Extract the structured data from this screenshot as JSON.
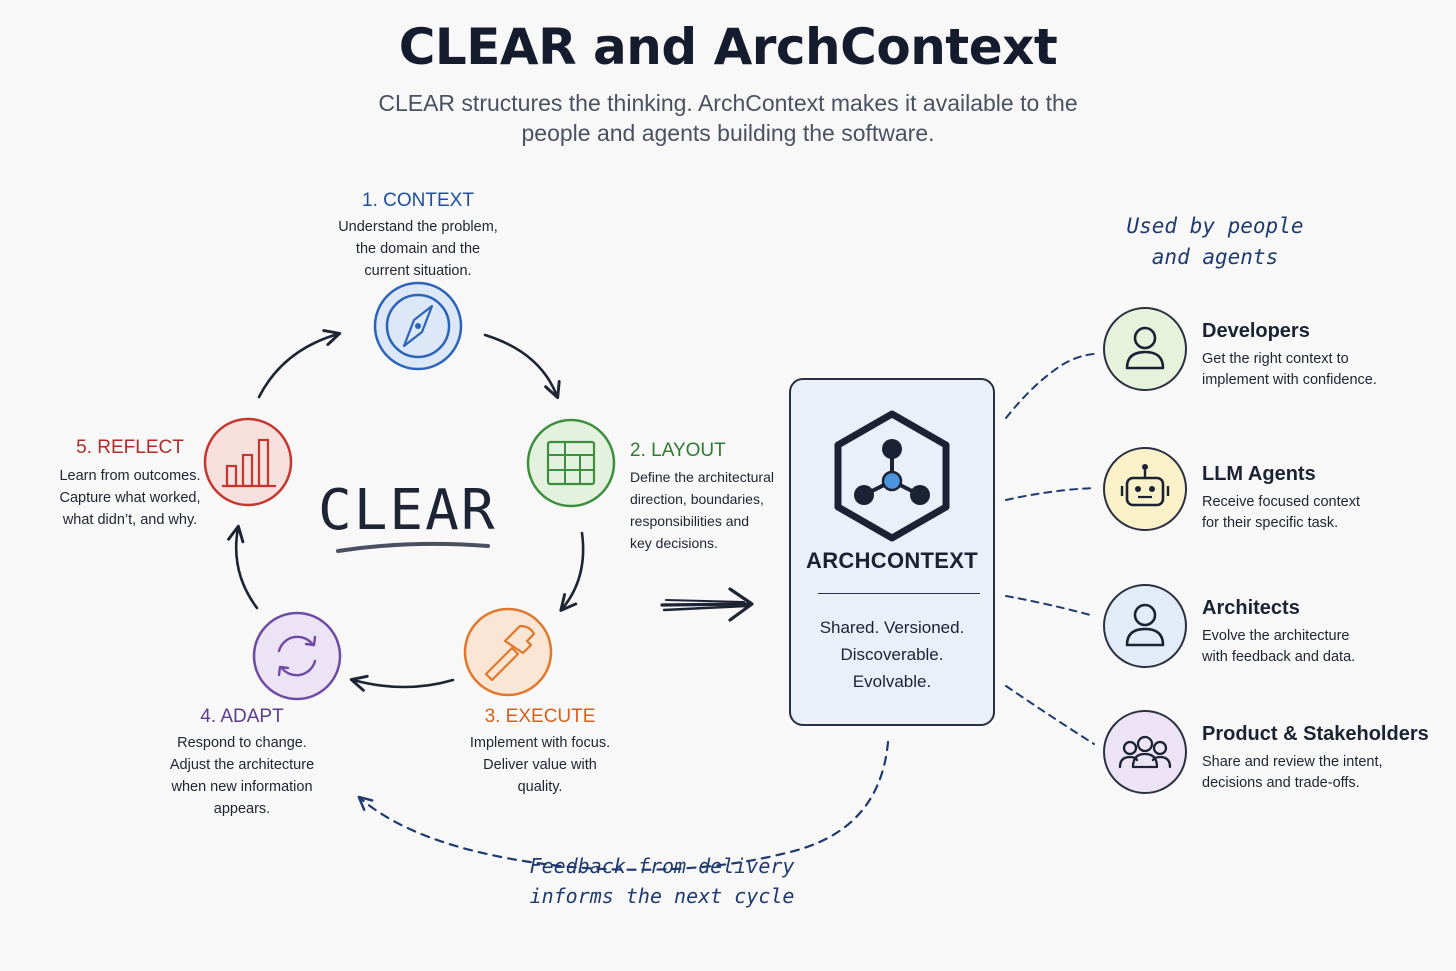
{
  "header": {
    "title": "CLEAR and ArchContext",
    "subtitle_line1": "CLEAR structures the thinking. ArchContext makes it available to the",
    "subtitle_line2": "people and agents building the software."
  },
  "cycle": {
    "center_label": "CLEAR",
    "steps": [
      {
        "title": "1. CONTEXT",
        "desc": [
          "Understand the problem,",
          "the domain and the",
          "current situation."
        ],
        "icon": "compass-icon",
        "color": "#2b63b8"
      },
      {
        "title": "2. LAYOUT",
        "desc": [
          "Define the architectural",
          "direction, boundaries,",
          "responsibilities and",
          "key decisions."
        ],
        "icon": "grid-layout-icon",
        "color": "#3d8f3d"
      },
      {
        "title": "3. EXECUTE",
        "desc": [
          "Implement with focus.",
          "Deliver value with",
          "quality."
        ],
        "icon": "hammer-icon",
        "color": "#e0772a"
      },
      {
        "title": "4. ADAPT",
        "desc": [
          "Respond to change.",
          "Adjust the architecture",
          "when new information",
          "appears."
        ],
        "icon": "refresh-icon",
        "color": "#6f4aa5"
      },
      {
        "title": "5. REFLECT",
        "desc": [
          "Learn from outcomes.",
          "Capture what worked,",
          "what didn’t, and why."
        ],
        "icon": "bar-chart-icon",
        "color": "#c5362f"
      }
    ]
  },
  "archcontext": {
    "name": "ARCHCONTEXT",
    "properties": [
      "Shared. Versioned.",
      "Discoverable.",
      "Evolvable."
    ],
    "icon": "network-hexagon-icon"
  },
  "users_heading": [
    "Used by people",
    "and agents"
  ],
  "users": [
    {
      "name": "Developers",
      "desc": [
        "Get the right context to",
        "implement with confidence."
      ],
      "icon": "person-icon",
      "fill": "#e6f2dc",
      "stroke": "#2b3140"
    },
    {
      "name": "LLM Agents",
      "desc": [
        "Receive focused context",
        "for their specific task."
      ],
      "icon": "robot-icon",
      "fill": "#fbf1c8",
      "stroke": "#2b3140"
    },
    {
      "name": "Architects",
      "desc": [
        "Evolve the architecture",
        "with feedback and data."
      ],
      "icon": "person-icon",
      "fill": "#e2ecf8",
      "stroke": "#2b3140"
    },
    {
      "name": "Product & Stakeholders",
      "desc": [
        "Share and review the intent,",
        "decisions and trade-offs."
      ],
      "icon": "group-icon",
      "fill": "#ece4f4",
      "stroke": "#2b3140"
    }
  ],
  "feedback_note": [
    "Feedback from delivery",
    "informs the next cycle"
  ]
}
